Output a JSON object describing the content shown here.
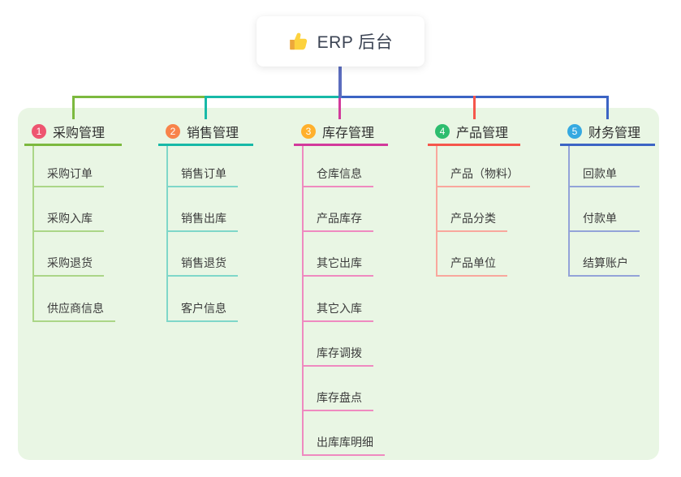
{
  "root": {
    "title": "ERP 后台",
    "icon": "thumbs-up-icon"
  },
  "panel": {
    "bg_color": "#e9f6e4"
  },
  "connector": {
    "root_line_color": "#5b6cbe"
  },
  "branches": [
    {
      "num": "1",
      "label": "采购管理",
      "badge_color": "#ee5570",
      "line_color": "#7cb93e",
      "child_line_color": "#abd687",
      "children": [
        "采购订单",
        "采购入库",
        "采购退货",
        "供应商信息"
      ]
    },
    {
      "num": "2",
      "label": "销售管理",
      "badge_color": "#f8834a",
      "line_color": "#17b9a7",
      "child_line_color": "#7fd7c9",
      "children": [
        "销售订单",
        "销售出库",
        "销售退货",
        "客户信息"
      ]
    },
    {
      "num": "3",
      "label": "库存管理",
      "badge_color": "#ffb02c",
      "line_color": "#d23a9b",
      "child_line_color": "#ef8ac0",
      "children": [
        "仓库信息",
        "产品库存",
        "其它出库",
        "其它入库",
        "库存调拨",
        "库存盘点",
        "出库库明细"
      ]
    },
    {
      "num": "4",
      "label": "产品管理",
      "badge_color": "#2dbd6e",
      "line_color": "#f5564b",
      "child_line_color": "#f9a79d",
      "children": [
        "产品（物料）",
        "产品分类",
        "产品单位"
      ]
    },
    {
      "num": "5",
      "label": "财务管理",
      "badge_color": "#35a9e1",
      "line_color": "#3c64c4",
      "child_line_color": "#93a3d8",
      "children": [
        "回款单",
        "付款单",
        "结算账户"
      ]
    }
  ]
}
